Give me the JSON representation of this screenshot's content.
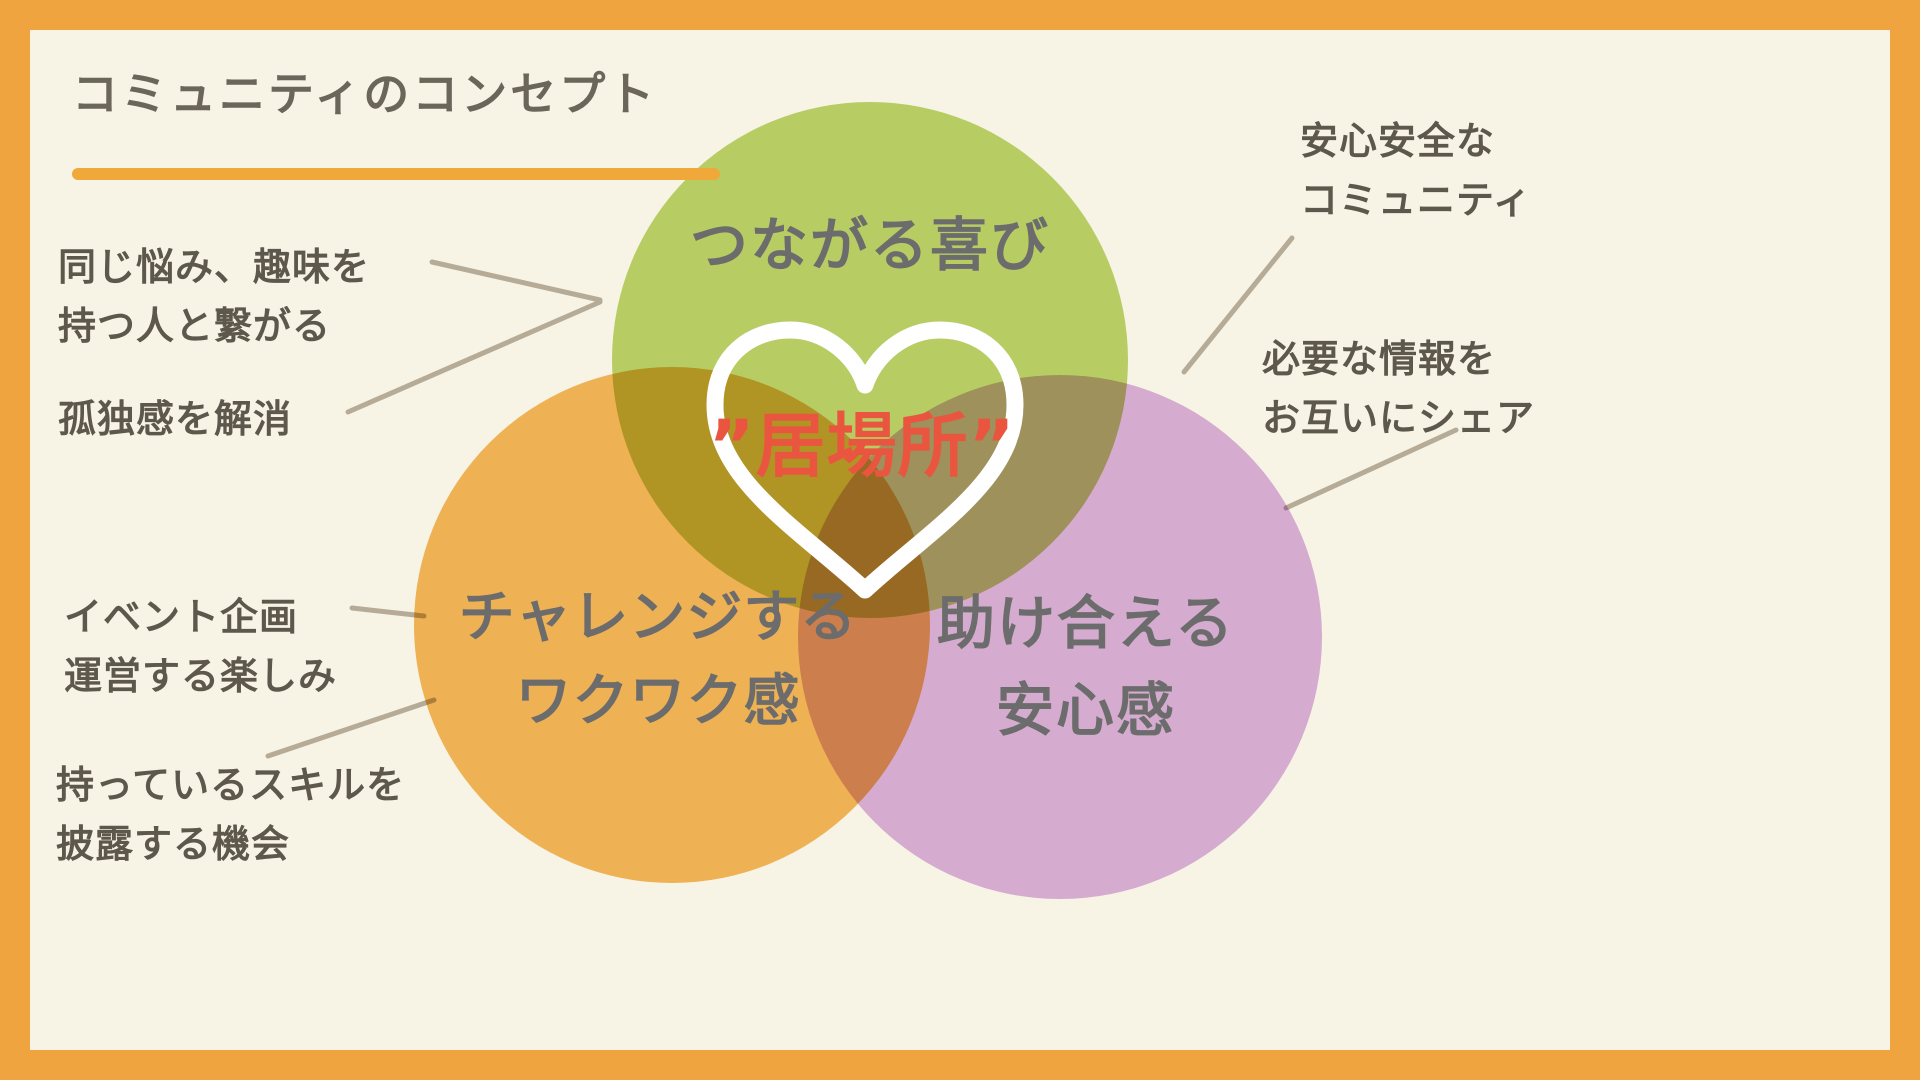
{
  "colors": {
    "frame": "#f0a440",
    "background": "#f7f4e6",
    "underline": "#f0a83a",
    "title_text": "#6b655a",
    "circle_label": "#6c6c6c",
    "annotation_text": "#5d574c",
    "connector": "#b5ab97",
    "center_text": "#ea5540",
    "heart_stroke": "#ffffff",
    "green_circle": "#bdd76f",
    "orange_circle": "#f6ba5e",
    "purple_circle": "#dcb4e7"
  },
  "title": {
    "text": "コミュニティのコンセプト"
  },
  "circles": {
    "green": {
      "label": "つながる喜び"
    },
    "orange": {
      "line1": "チャレンジする",
      "line2": "ワクワク感"
    },
    "purple": {
      "line1": "助け合える",
      "line2": "安心感"
    }
  },
  "center": {
    "label": "”居場所”"
  },
  "annotations": {
    "left_top": {
      "line1": "同じ悩み、趣味を",
      "line2": "持つ人と繋がる"
    },
    "left_mid": {
      "line1": "孤独感を解消"
    },
    "left_lower": {
      "line1": "イベント企画",
      "line2": "運営する楽しみ"
    },
    "left_bottom": {
      "line1": "持っているスキルを",
      "line2": "披露する機会"
    },
    "right_top": {
      "line1": "安心安全な",
      "line2": "コミュニティ"
    },
    "right_mid": {
      "line1": "必要な情報を",
      "line2": "お互いにシェア"
    }
  }
}
